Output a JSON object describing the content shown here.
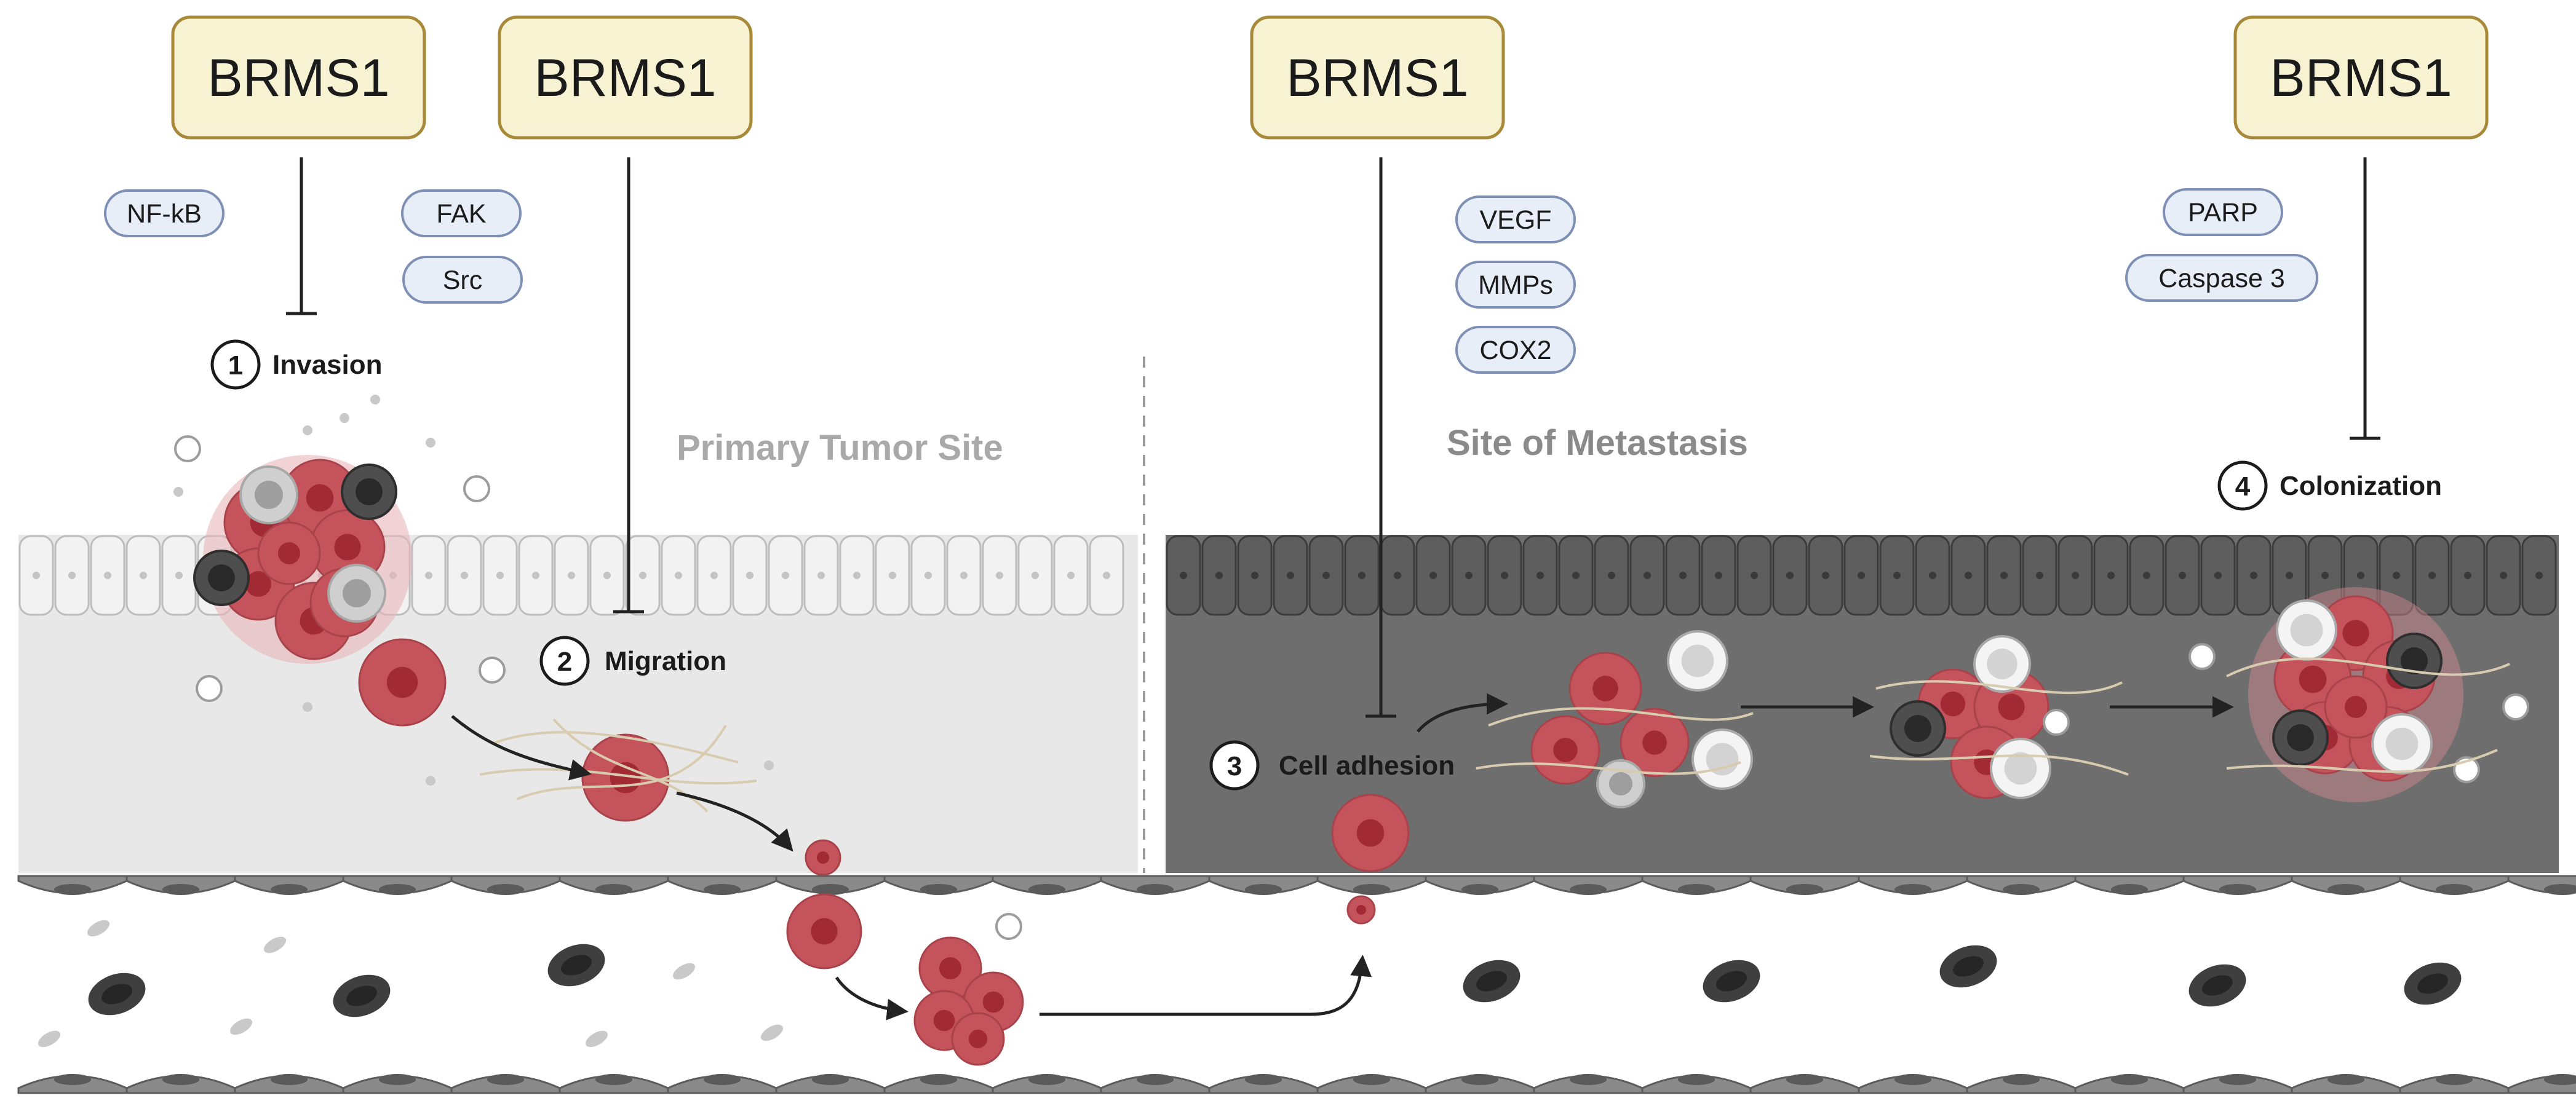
{
  "regulators": [
    {
      "label": "BRMS1"
    },
    {
      "label": "BRMS1"
    },
    {
      "label": "BRMS1"
    },
    {
      "label": "BRMS1"
    }
  ],
  "factors": [
    "NF-kB",
    "FAK",
    "Src",
    "VEGF",
    "MMPs",
    "COX2",
    "PARP",
    "Caspase 3"
  ],
  "steps": [
    {
      "number": "1",
      "label": "Invasion"
    },
    {
      "number": "2",
      "label": "Migration"
    },
    {
      "number": "3",
      "label": "Cell adhesion"
    },
    {
      "number": "4",
      "label": "Colonization"
    }
  ],
  "sites": {
    "primary": "Primary Tumor Site",
    "metastasis": "Site of Metastasis"
  },
  "colors": {
    "box_fill": "#f6f2d2",
    "box_border": "#a8893a",
    "pill_fill": "#e8eef8",
    "pill_border": "#7e8fb5",
    "tumor": "#c4535b",
    "tumor_dark": "#a22a34",
    "primary_tissue": "#e8e8e8",
    "metastatic_tissue": "#6e6e6e",
    "rbc": "#3f3f3f"
  }
}
